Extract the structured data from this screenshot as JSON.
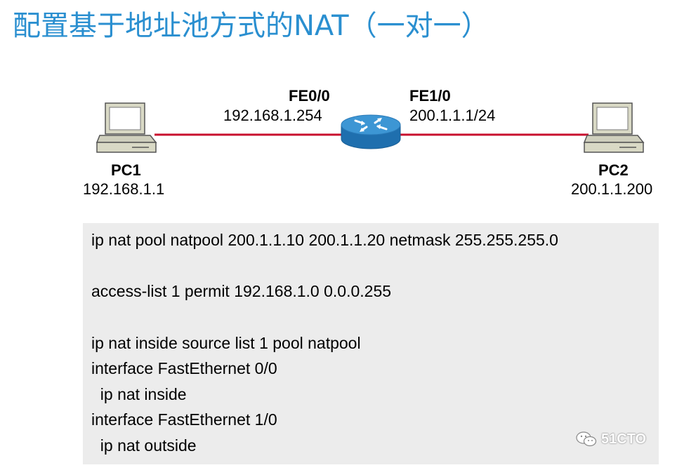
{
  "slide": {
    "title": "配置基于地址池方式的NAT（一对一）"
  },
  "topology": {
    "pc1": {
      "name": "PC1",
      "ip": "192.168.1.1",
      "icon": "desktop-computer-icon"
    },
    "pc2": {
      "name": "PC2",
      "ip": "200.1.1.200",
      "icon": "desktop-computer-icon"
    },
    "router": {
      "icon": "router-icon",
      "fe0_name": "FE0/0",
      "fe0_ip": "192.168.1.254",
      "fe1_name": "FE1/0",
      "fe1_ip": "200.1.1.1/24"
    },
    "link_color": "#c8102e",
    "router_color": "#2b7fc1"
  },
  "config": {
    "lines": [
      "ip nat pool natpool 200.1.1.10 200.1.1.20 netmask 255.255.255.0",
      "access-list 1 permit 192.168.1.0 0.0.0.255",
      "ip nat inside source list 1 pool natpool",
      "interface FastEthernet 0/0",
      "  ip nat inside",
      "interface FastEthernet 1/0",
      "  ip nat outside"
    ]
  },
  "watermark": {
    "text": "51CTO",
    "icon": "wechat-icon"
  }
}
